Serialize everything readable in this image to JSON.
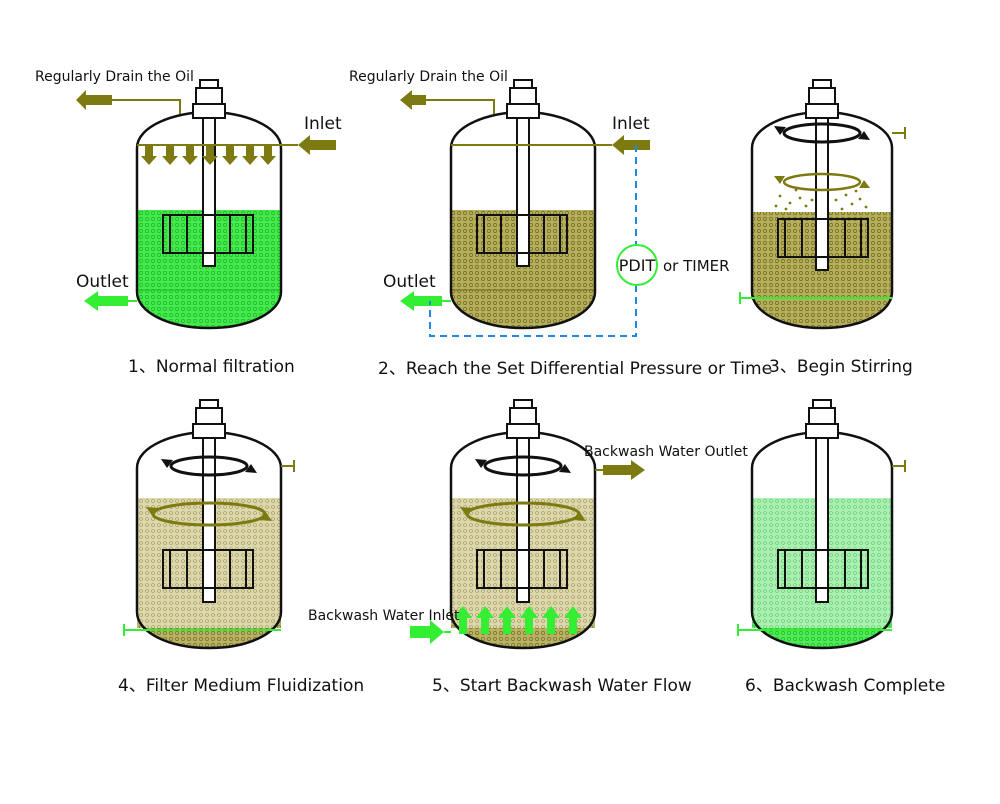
{
  "colors": {
    "olive": "#7d7a12",
    "green": "#33ee33",
    "outline": "#111111",
    "blue_dashed": "#1e88e5",
    "dirty_fill": "#a9a24e",
    "clean_fill": "#42e84a",
    "light_clean": "#a8ecb0",
    "fluid_fill": "#d8d3a6"
  },
  "panels": [
    {
      "caption": "1、Normal filtration",
      "labels": {
        "drain": "Regularly Drain the Oil",
        "inlet": "Inlet",
        "outlet": "Outlet"
      }
    },
    {
      "caption": "2、Reach the Set Differential Pressure or Time",
      "labels": {
        "drain": "Regularly Drain the Oil",
        "inlet": "Inlet",
        "outlet": "Outlet",
        "pdit": "PDIT",
        "timer": "or TIMER"
      }
    },
    {
      "caption": "3、Begin Stirring",
      "labels": {}
    },
    {
      "caption": "4、Filter Medium Fluidization",
      "labels": {}
    },
    {
      "caption": "5、Start Backwash Water Flow",
      "labels": {
        "bw_outlet": "Backwash Water Outlet",
        "bw_inlet": "Backwash Water Inlet"
      }
    },
    {
      "caption": "6、Backwash Complete",
      "labels": {}
    }
  ]
}
